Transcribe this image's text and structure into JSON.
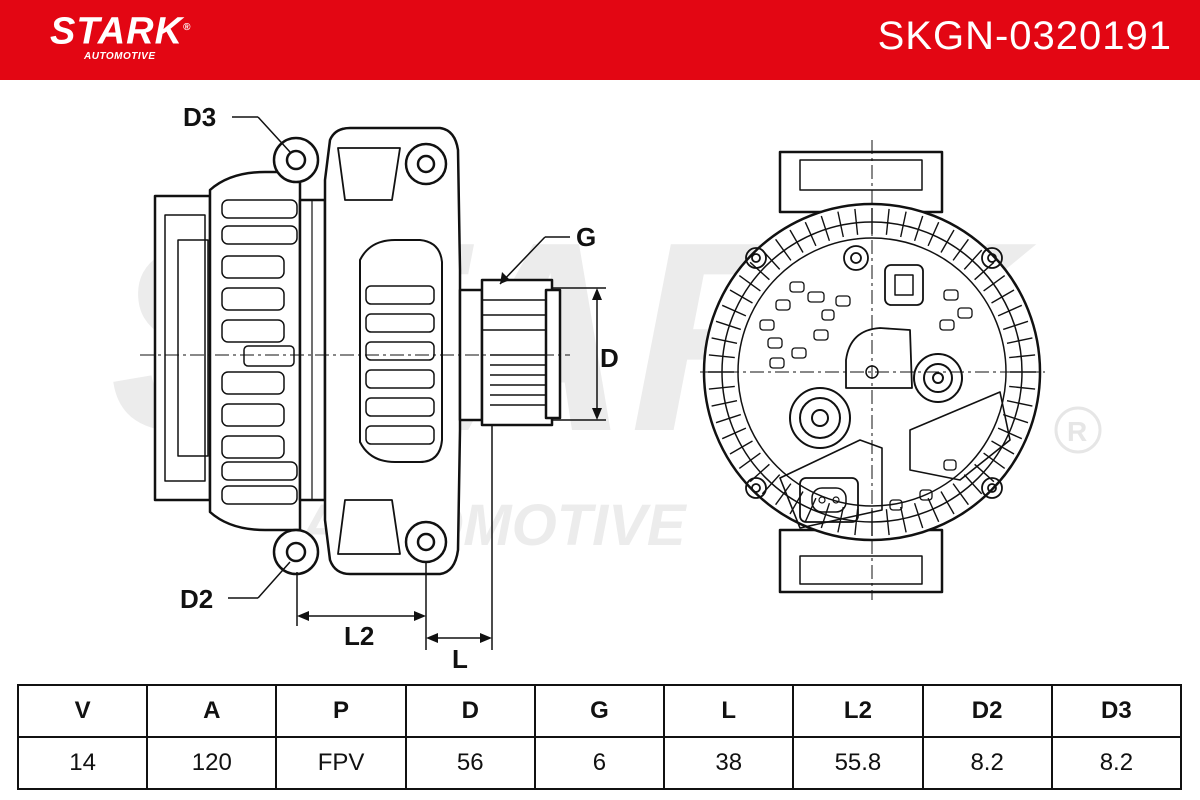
{
  "brand": {
    "name": "STARK",
    "sub": "AUTOMOTIVE",
    "registered": "®",
    "color": "#e30613"
  },
  "part_number": "SKGN-0320191",
  "watermark": {
    "main": "STARK",
    "sub": "AUTOMOTIVE"
  },
  "dimension_labels": {
    "d3": "D3",
    "d2": "D2",
    "g": "G",
    "d": "D",
    "l2": "L2",
    "l": "L"
  },
  "specs": {
    "headers": [
      "V",
      "A",
      "P",
      "D",
      "G",
      "L",
      "L2",
      "D2",
      "D3"
    ],
    "values": [
      "14",
      "120",
      "FPV",
      "56",
      "6",
      "38",
      "55.8",
      "8.2",
      "8.2"
    ]
  }
}
